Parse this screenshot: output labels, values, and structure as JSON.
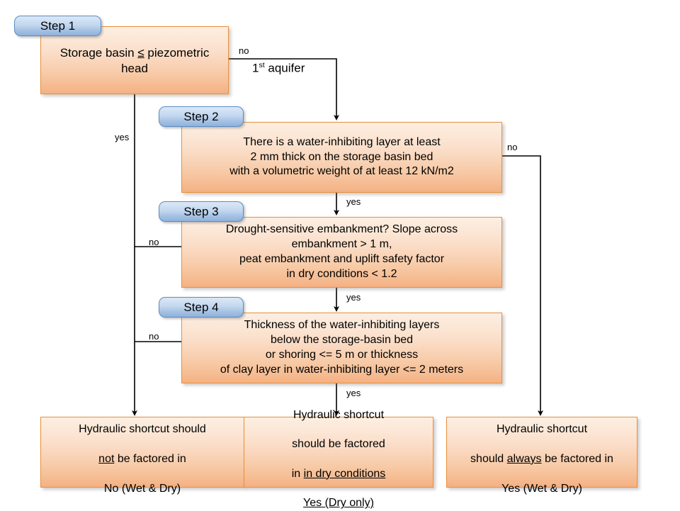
{
  "diagram": {
    "title": "Hydraulic shortcut decision flowchart",
    "colors": {
      "box_fill_top": "#FDEFE2",
      "box_fill_bottom": "#F4B183",
      "box_border": "#E8903A",
      "tab_fill_top": "#DCE8F7",
      "tab_fill_bottom": "#8FB1DB",
      "tab_border": "#5B8CC4",
      "connector": "#000000",
      "text": "#000000"
    }
  },
  "steps": [
    {
      "tab": "Step 1",
      "text": "Storage basin ≤ piezometric head",
      "yes_label": "yes",
      "no_label": "no"
    },
    {
      "tab": "Step 2",
      "text": "There is a water-inhibiting layer at least\n2 mm thick on the storage basin bed\nwith a volumetric weight of at least 12 kN/m2",
      "yes_label": "yes",
      "no_label": "no"
    },
    {
      "tab": "Step 3",
      "text": "Drought-sensitive embankment? Slope across\nembankment > 1 m,\npeat embankment and uplift safety factor\nin dry conditions < 1.2",
      "yes_label": "yes",
      "no_label": "no"
    },
    {
      "tab": "Step 4",
      "text": "Thickness of the water-inhibiting layers\nbelow the storage-basin bed\nor shoring <= 5 m or thickness\nof clay layer in water-inhibiting layer <= 2 meters",
      "yes_label": "yes",
      "no_label": "no"
    }
  ],
  "edge_labels": {
    "step1_no": "no",
    "step1_aquifer": "1st aquifer",
    "step1_aquifer_base": "1",
    "step1_aquifer_sup": "st",
    "step1_aquifer_rest": " aquifer",
    "step1_yes": "yes",
    "step2_no": "no",
    "step2_yes": "yes",
    "step3_no": "no",
    "step3_yes": "yes",
    "step4_no": "no",
    "step4_yes": "yes"
  },
  "results": [
    {
      "name": "result-not-factored",
      "line1": "Hydraulic shortcut should",
      "line2_underlined": "not",
      "line2_rest": " be factored in",
      "line3": "No (Wet & Dry)"
    },
    {
      "name": "result-dry-only",
      "line1": "Hydraulic shortcut",
      "line2": "should be factored",
      "line3_prefix": "in ",
      "line3_underlined": "in dry conditions",
      "line4_underlined": "Yes (Dry only)"
    },
    {
      "name": "result-always",
      "line1": "Hydraulic shortcut",
      "line2_prefix": "should ",
      "line2_underlined": "always",
      "line2_suffix": " be factored in",
      "line3": "Yes (Wet & Dry)"
    }
  ]
}
